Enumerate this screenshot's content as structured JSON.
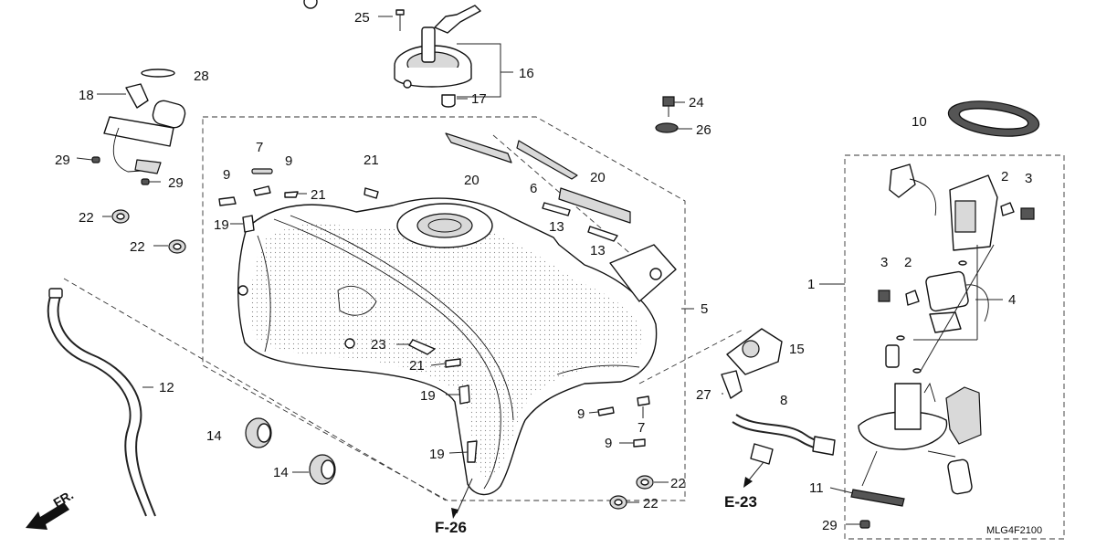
{
  "diagram_code": "MLG4F2100",
  "direction_label": "FR.",
  "refs": {
    "f26": "F-26",
    "e23": "E-23"
  },
  "callouts": {
    "c1": "1",
    "c2a": "2",
    "c2b": "2",
    "c3a": "3",
    "c3b": "3",
    "c4": "4",
    "c5": "5",
    "c6": "6",
    "c7a": "7",
    "c7b": "7",
    "c8": "8",
    "c9a": "9",
    "c9b": "9",
    "c9c": "9",
    "c9d": "9",
    "c10": "10",
    "c11": "11",
    "c12": "12",
    "c13a": "13",
    "c13b": "13",
    "c14a": "14",
    "c14b": "14",
    "c15": "15",
    "c16": "16",
    "c17": "17",
    "c18": "18",
    "c19a": "19",
    "c19b": "19",
    "c19c": "19",
    "c20a": "20",
    "c20b": "20",
    "c21a": "21",
    "c21b": "21",
    "c21c": "21",
    "c21d": "21",
    "c22a": "22",
    "c22b": "22",
    "c22c": "22",
    "c22d": "22",
    "c23": "23",
    "c24": "24",
    "c25": "25",
    "c26": "26",
    "c27": "27",
    "c28": "28",
    "c29a": "29",
    "c29b": "29",
    "c29c": "29"
  }
}
